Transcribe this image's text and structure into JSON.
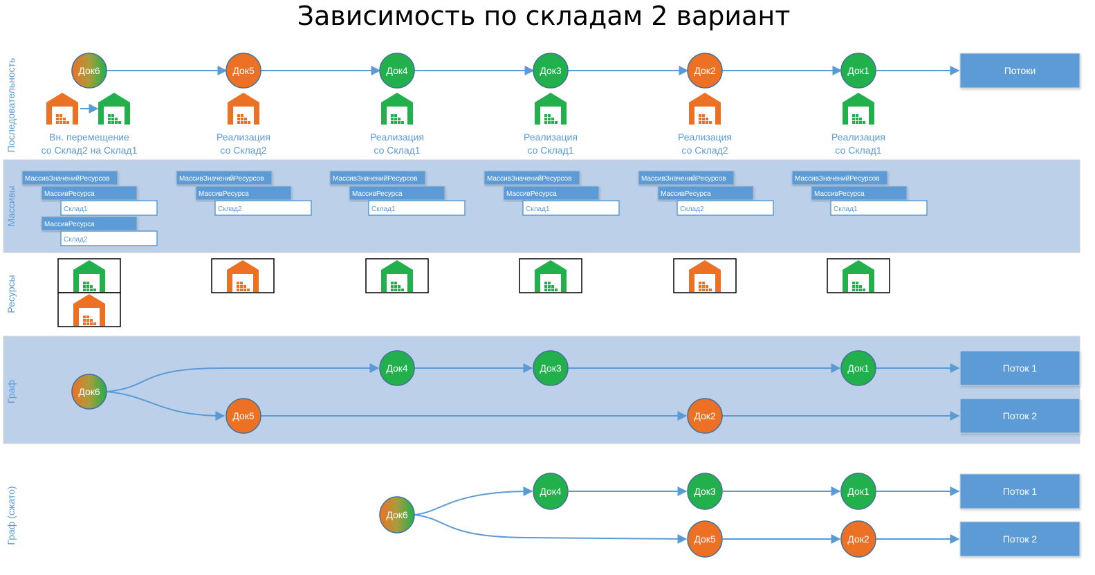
{
  "title": "Зависимость по складам 2 вариант",
  "colors": {
    "accent": "#5b9bd5",
    "lane_bg": "#bdd0e9",
    "orange": "#ed7125",
    "green": "#21b04b",
    "flow_box": "#5b9bd5"
  },
  "lanes": {
    "sequence": "Последовательность",
    "arrays": "Массивы",
    "resources": "Ресурсы",
    "graph": "Граф",
    "graph_compact": "Граф (сжато)"
  },
  "sequence": {
    "nodes": [
      {
        "label": "Док6",
        "color": "mixed",
        "warehouse": [
          "orange",
          "green"
        ],
        "caption": [
          "Вн. перемещение",
          "со Склад2 на Склад1"
        ]
      },
      {
        "label": "Док5",
        "color": "orange",
        "warehouse": [
          "orange"
        ],
        "caption": [
          "Реализация",
          "со Склад2"
        ]
      },
      {
        "label": "Док4",
        "color": "green",
        "warehouse": [
          "green"
        ],
        "caption": [
          "Реализация",
          "со Склад1"
        ]
      },
      {
        "label": "Док3",
        "color": "green",
        "warehouse": [
          "green"
        ],
        "caption": [
          "Реализация",
          "со Склад1"
        ]
      },
      {
        "label": "Док2",
        "color": "orange",
        "warehouse": [
          "orange"
        ],
        "caption": [
          "Реализация",
          "со Склад2"
        ]
      },
      {
        "label": "Док1",
        "color": "green",
        "warehouse": [
          "green"
        ],
        "caption": [
          "Реализация",
          "со Склад1"
        ]
      }
    ],
    "flows_label": "Потоки"
  },
  "arrays": [
    {
      "root": "МассивЗначенийРесурсов",
      "items": [
        {
          "name": "МассивРесурса",
          "value": "Склад1"
        },
        {
          "name": "МассивРесурса",
          "value": "Склад2"
        }
      ]
    },
    {
      "root": "МассивЗначенийРесурсов",
      "items": [
        {
          "name": "МассивРесурса",
          "value": "Склад2"
        }
      ]
    },
    {
      "root": "МассивЗначенийРесурсов",
      "items": [
        {
          "name": "МассивРесурса",
          "value": "Склад1"
        }
      ]
    },
    {
      "root": "МассивЗначенийРесурсов",
      "items": [
        {
          "name": "МассивРесурса",
          "value": "Склад1"
        }
      ]
    },
    {
      "root": "МассивЗначенийРесурсов",
      "items": [
        {
          "name": "МассивРесурса",
          "value": "Склад2"
        }
      ]
    },
    {
      "root": "МассивЗначенийРесурсов",
      "items": [
        {
          "name": "МассивРесурса",
          "value": "Склад1"
        }
      ]
    }
  ],
  "resources": [
    [
      "green",
      "orange"
    ],
    [
      "orange"
    ],
    [
      "green"
    ],
    [
      "green"
    ],
    [
      "orange"
    ],
    [
      "green"
    ]
  ],
  "graph": {
    "nodes": [
      {
        "id": "d6",
        "label": "Док6",
        "color": "mixed"
      },
      {
        "id": "d4",
        "label": "Док4",
        "color": "green"
      },
      {
        "id": "d3",
        "label": "Док3",
        "color": "green"
      },
      {
        "id": "d1",
        "label": "Док1",
        "color": "green"
      },
      {
        "id": "d5",
        "label": "Док5",
        "color": "orange"
      },
      {
        "id": "d2",
        "label": "Док2",
        "color": "orange"
      }
    ],
    "flows": [
      "Поток 1",
      "Поток 2"
    ]
  },
  "graph_compact": {
    "nodes": [
      {
        "id": "d6",
        "label": "Док6",
        "color": "mixed"
      },
      {
        "id": "d4",
        "label": "Док4",
        "color": "green"
      },
      {
        "id": "d3",
        "label": "Док3",
        "color": "green"
      },
      {
        "id": "d1",
        "label": "Док1",
        "color": "green"
      },
      {
        "id": "d5",
        "label": "Док5",
        "color": "orange"
      },
      {
        "id": "d2",
        "label": "Док2",
        "color": "orange"
      }
    ],
    "flows": [
      "Поток 1",
      "Поток 2"
    ]
  }
}
